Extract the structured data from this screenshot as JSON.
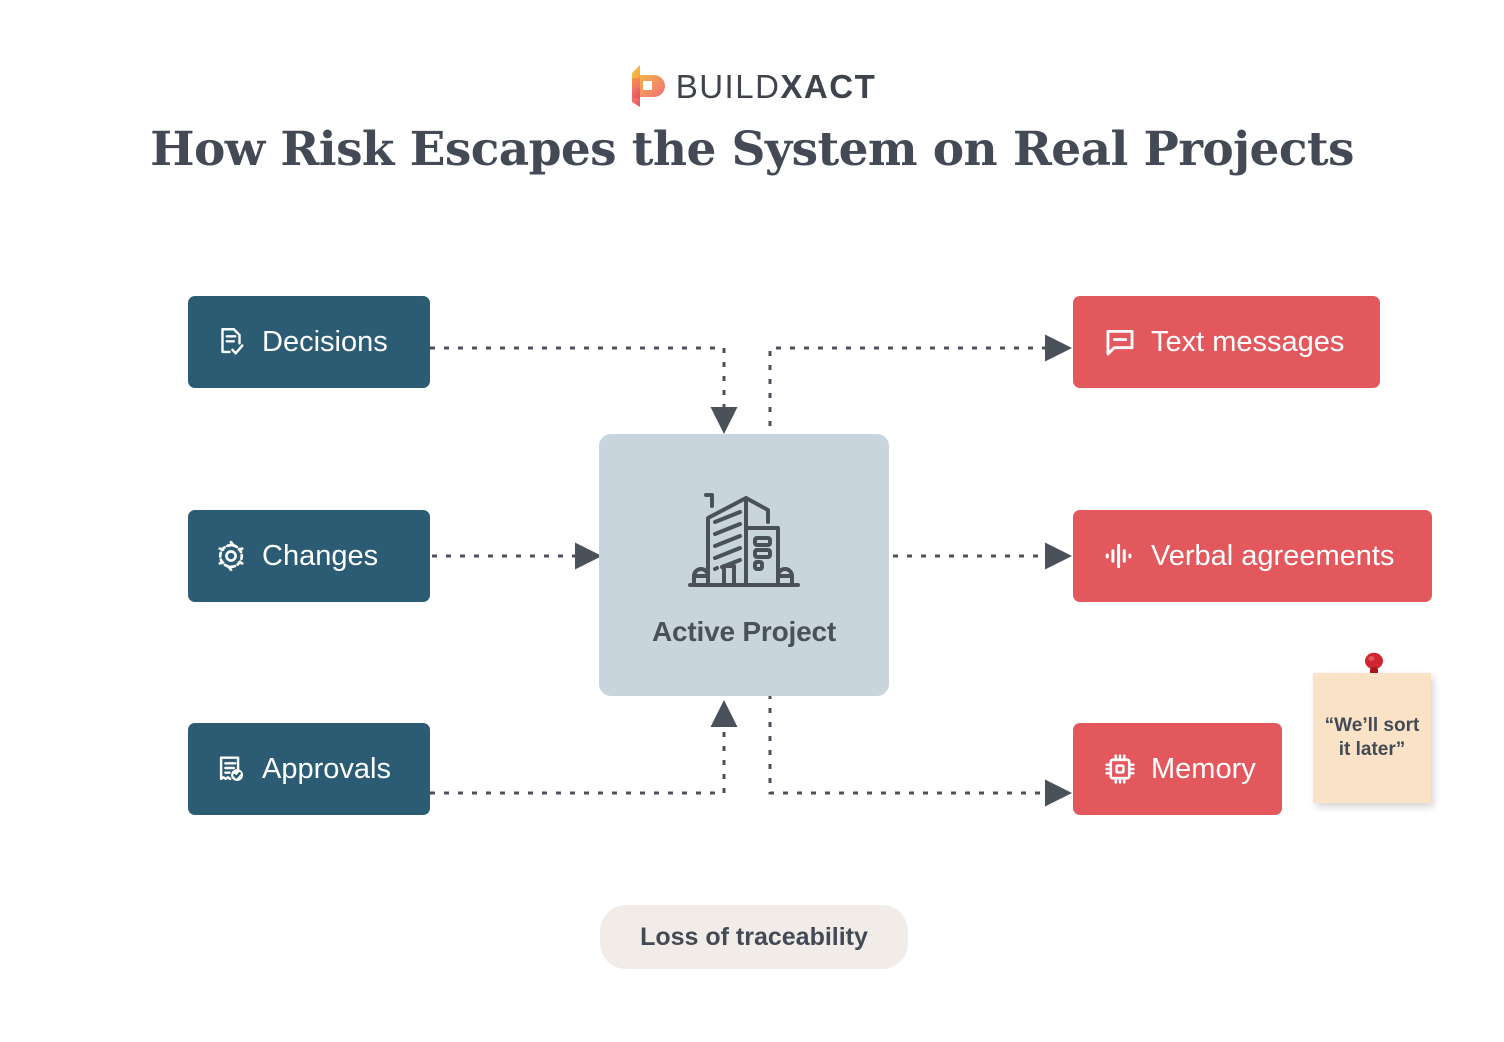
{
  "brand": {
    "name_part1": "BUILD",
    "name_part2": "XACT",
    "logo_icon": "buildxact-b-logo",
    "colors": {
      "logo_yellow": "#f6c445",
      "logo_orange": "#f0803c",
      "logo_pink": "#ef6d7a",
      "logo_red": "#e8505b",
      "text": "#3e434c"
    }
  },
  "header": {
    "title": "How Risk Escapes the System on Real Projects"
  },
  "diagram": {
    "inputs": [
      {
        "id": "decisions",
        "label": "Decisions",
        "icon": "document-check-icon",
        "color": "#2b5c73"
      },
      {
        "id": "changes",
        "label": "Changes",
        "icon": "gear-icon",
        "color": "#2b5c73"
      },
      {
        "id": "approvals",
        "label": "Approvals",
        "icon": "certificate-check-icon",
        "color": "#2b5c73"
      }
    ],
    "center": {
      "id": "active-project",
      "label": "Active Project",
      "icon": "building-icon",
      "color": "#c8d5dd"
    },
    "leaks": [
      {
        "id": "text-messages",
        "label": "Text messages",
        "icon": "chat-bubble-icon",
        "color": "#e3585d"
      },
      {
        "id": "verbal-agreements",
        "label": "Verbal agreements",
        "icon": "audio-waveform-icon",
        "color": "#e3585d"
      },
      {
        "id": "memory",
        "label": "Memory",
        "icon": "cpu-chip-icon",
        "color": "#e3585d"
      }
    ],
    "sticky_note": {
      "line1": "“We’ll sort",
      "line2": "it later”",
      "icon": "pushpin-icon",
      "color": "#fae2c7",
      "pin_color": "#c9232a"
    },
    "outcome": {
      "label": "Loss of traceability",
      "color": "#f1ece7"
    },
    "connector_color": "#4b515a",
    "connector_style": "dotted"
  }
}
